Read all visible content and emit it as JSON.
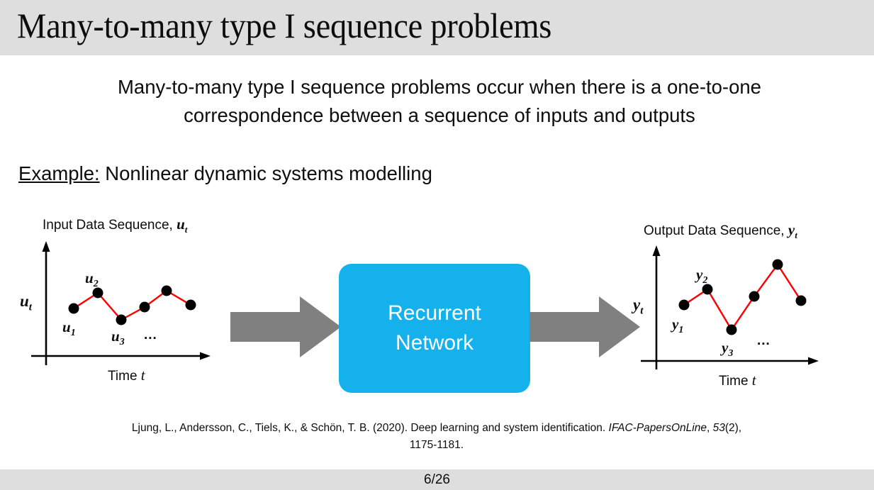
{
  "slide": {
    "title": "Many-to-many type I sequence problems",
    "page_number": "6/26",
    "band_color": "#dededf"
  },
  "intro": {
    "paragraph": "Many-to-many type I sequence problems occur when there is a one-to-one correspondence between a sequence of inputs and outputs"
  },
  "example": {
    "label": "Example:",
    "text": " Nonlinear dynamic systems modelling"
  },
  "diagram": {
    "input_chart": {
      "title_text": "Input Data Sequence, ",
      "title_var": "u",
      "title_var_sub": "t",
      "y_axis_label": "u",
      "y_axis_sub": "t",
      "x_axis_label": "Time ",
      "x_axis_var": "t",
      "point_labels": [
        {
          "base": "u",
          "sub": "1"
        },
        {
          "base": "u",
          "sub": "2"
        },
        {
          "base": "u",
          "sub": "3"
        }
      ],
      "ellipsis": "..."
    },
    "output_chart": {
      "title_text": "Output Data Sequence, ",
      "title_var": "y",
      "title_var_sub": "t",
      "y_axis_label": "y",
      "y_axis_sub": "t",
      "x_axis_label": "Time ",
      "x_axis_var": "t",
      "point_labels": [
        {
          "base": "y",
          "sub": "1"
        },
        {
          "base": "y",
          "sub": "2"
        },
        {
          "base": "y",
          "sub": "3"
        }
      ],
      "ellipsis": "..."
    },
    "model_box": {
      "line1": "Recurrent",
      "line2": "Network",
      "fill_color": "#14b1ed",
      "text_color": "#ffffff"
    },
    "arrow_color": "#808080",
    "series_line_color": "#ff0000",
    "marker_color": "#000000"
  },
  "chart_data": [
    {
      "type": "line",
      "title": "Input Data Sequence, u_t",
      "xlabel": "Time t",
      "ylabel": "u_t",
      "x": [
        1,
        2,
        3,
        4,
        5,
        6
      ],
      "values": [
        0.4,
        0.62,
        0.25,
        0.43,
        0.66,
        0.46
      ],
      "point_labels": [
        "u_1",
        "u_2",
        "u_3",
        "",
        "",
        ""
      ],
      "grid": false,
      "legend": "none",
      "marker": "filled-circle",
      "line_color": "#ff0000",
      "marker_color": "#000000"
    },
    {
      "type": "line",
      "title": "Output Data Sequence, y_t",
      "xlabel": "Time t",
      "ylabel": "y_t",
      "x": [
        1,
        2,
        3,
        4,
        5,
        6
      ],
      "values": [
        0.42,
        0.6,
        0.18,
        0.55,
        0.88,
        0.5
      ],
      "point_labels": [
        "y_1",
        "y_2",
        "y_3",
        "",
        "",
        ""
      ],
      "grid": false,
      "legend": "none",
      "marker": "filled-circle",
      "line_color": "#ff0000",
      "marker_color": "#000000"
    }
  ],
  "citation": {
    "part1": "Ljung, L., Andersson, C., Tiels, K., & Schön, T. B. (2020). Deep learning and system identification. ",
    "journal": "IFAC-PapersOnLine",
    "part2": ", ",
    "volume": "53",
    "part3": "(2), 1175-1181."
  }
}
